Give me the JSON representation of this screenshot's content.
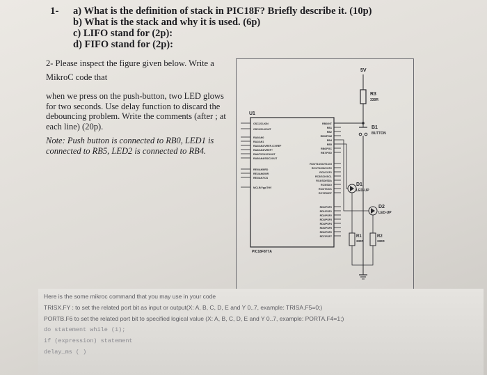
{
  "question1": {
    "number": "1-",
    "lines": [
      "a) What is the definition of stack in PIC18F? Briefly describe it. (10p)",
      "b) What is the stack and why it is used. (6p)",
      "c) LIFO stand for (2p):",
      "d) FIFO stand for (2p):"
    ]
  },
  "question2": {
    "heading_line1": "2- Please inspect the figure given below. Write a",
    "heading_line2": "MikroC code that",
    "body_lines": [
      "when we press on the push-button, two LED glows",
      "for two seconds. Use delay function to discard the",
      "debouncing problem. Write the comments (after ; at",
      "each line) (20p)."
    ],
    "note_lines": [
      "Note: Push button is connected to RB0, LED1 is",
      "connected to RB5, LED2 is connected to RB4."
    ]
  },
  "schematic": {
    "supply": "5V",
    "ic": "U1",
    "r3": "R3",
    "r3_value": "330R",
    "b1": "B1",
    "b1_type": "BUTTON",
    "d1": "D1",
    "d1_type": "LED-UP",
    "d2": "D2",
    "d2_type": "LED-UP",
    "r1": "R1",
    "r1_value": "330R",
    "r2": "R2",
    "r2_value": "330R",
    "chip_name": "PIC18F877A",
    "left_pins": [
      "OSC1/CLKIN",
      "OSC2/CLKOUT",
      "RA0/AN0",
      "RA1/AN1",
      "RA2/AN2/VREF-/CVREF",
      "RA3/AN3/VREF+",
      "RA4/T0CKI/C1OUT",
      "RA5/AN4/SS/C2OUT",
      "RE0/AN5/RD",
      "RE1/AN6/WR",
      "RE2/AN7/CS",
      "MCLR/Vpp/THV"
    ],
    "right_pins_top": [
      "RB0/INT",
      "RB1",
      "RB2",
      "RB3/PGM",
      "RB4",
      "RB5",
      "RB6/PGC",
      "RB7/PGD"
    ],
    "right_pins_mid": [
      "RC0/T1OSO/T1CKI",
      "RC1/T1OSI/CCP2",
      "RC2/CCP1",
      "RC3/SCK/SCL",
      "RC4/SDI/SDA",
      "RC5/SDO",
      "RC6/TX/CK",
      "RC7/RX/DT"
    ],
    "right_pins_bot": [
      "RD0/PSP0",
      "RD1/PSP1",
      "RD2/PSP2",
      "RD3/PSP3",
      "RD4/PSP4",
      "RD5/PSP5",
      "RD6/PSP6",
      "RD7/PSP7"
    ]
  },
  "commands": {
    "intro": "Here is the some mikroc command that you may use in your code",
    "lines": [
      "TRISX.FY  : to set the related port bit as input or output(X: A, B, C, D, E and Y 0..7, example: TRISA.F5=0;)",
      "PORTB.F6  to set the related port bit to specified logical value (X: A, B, C, D, E and Y 0..7, example: PORTA.F4=1;)",
      "do statement while (1);",
      "if (expression) statement",
      "delay_ms ( )"
    ]
  }
}
